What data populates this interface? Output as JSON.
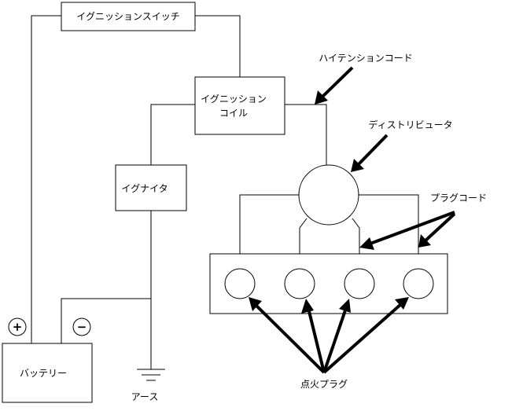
{
  "labels": {
    "ignition_switch": "イグニッションスイッチ",
    "ignition_coil_line1": "イグニッション",
    "ignition_coil_line2": "コイル",
    "igniter": "イグナイタ",
    "battery": "バッテリー",
    "battery_plus": "+",
    "battery_minus": "−",
    "earth": "アース",
    "high_tension_cord": "ハイテンションコード",
    "distributor": "ディストリビュータ",
    "plug_cord": "プラグコード",
    "spark_plug": "点火プラグ"
  },
  "colors": {
    "line": "#000000",
    "background": "#ffffff"
  }
}
